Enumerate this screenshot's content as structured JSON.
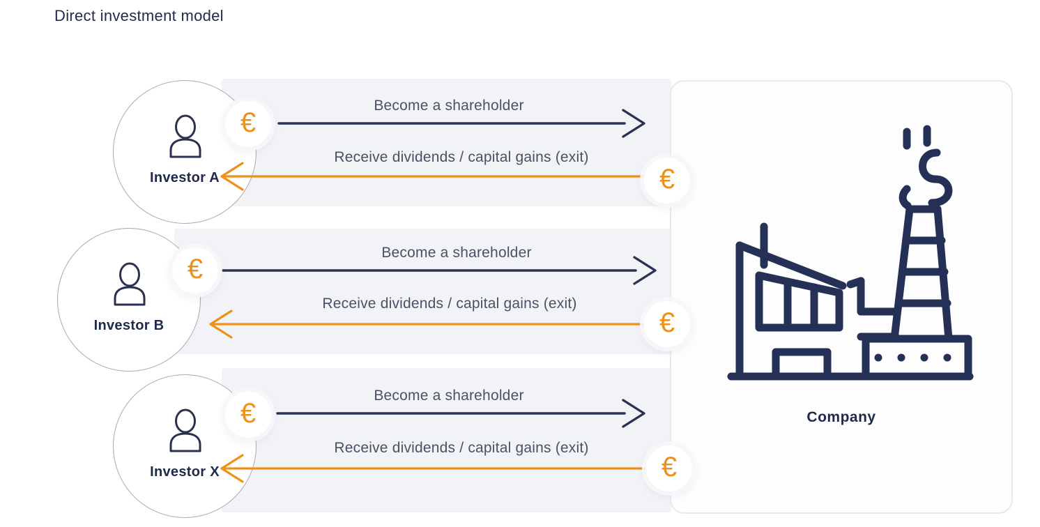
{
  "title": "Direct investment model",
  "icons": {
    "euro": "€"
  },
  "investors": [
    {
      "id": "a",
      "label": "Investor A",
      "flow_out": "Become a shareholder",
      "flow_in": "Receive dividends / capital gains (exit)"
    },
    {
      "id": "b",
      "label": "Investor B",
      "flow_out": "Become a shareholder",
      "flow_in": "Receive dividends / capital gains (exit)"
    },
    {
      "id": "x",
      "label": "Investor X",
      "flow_out": "Become a shareholder",
      "flow_in": "Receive dividends / capital gains (exit)"
    }
  ],
  "company": {
    "label": "Company"
  },
  "colors": {
    "navy_text": "#232b4d",
    "arrow_dark": "#2b3252",
    "accent_orange": "#ee9118",
    "row_band": "#f1f3f7",
    "circle_border": "#a9abb3",
    "flow_label_text": "#4a5163",
    "card_border": "#e8e9ef"
  }
}
